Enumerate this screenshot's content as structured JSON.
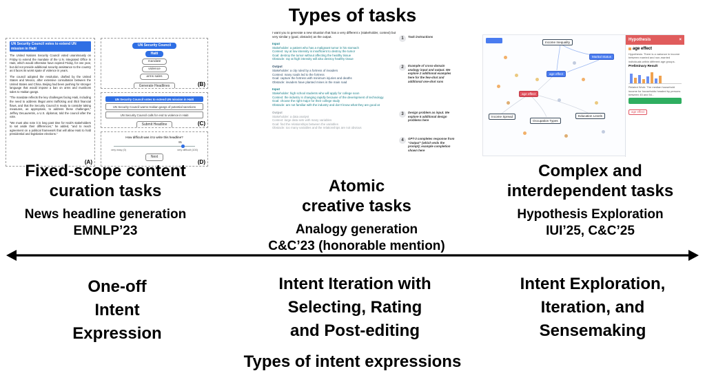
{
  "accent_colors": {
    "headline_blue": "#2f6fe4",
    "graph_blue": "#4a7cf0",
    "panel_red": "#e05c5c",
    "button_green": "#2fae60"
  },
  "titles": {
    "top": "Types of tasks",
    "bottom": "Types of intent expressions"
  },
  "columns": [
    {
      "heading_lines": [
        "Fixed-scope content",
        "curation tasks"
      ],
      "sub_lines": [
        "News headline generation",
        "EMNLP’23"
      ],
      "intent_lines": [
        "One-off",
        "Intent",
        "Expression"
      ]
    },
    {
      "heading_lines": [
        "Atomic",
        "creative tasks"
      ],
      "sub_lines": [
        "Analogy generation",
        "C&C’23 (honorable mention)"
      ],
      "intent_lines": [
        "Intent Iteration with",
        "Selecting, Rating",
        "and Post-editing"
      ]
    },
    {
      "heading_lines": [
        "Complex and",
        "interdependent tasks"
      ],
      "sub_lines": [
        "Hypothesis Exploration",
        "IUI’25, C&C’25"
      ],
      "intent_lines": [
        "Intent Exploration,",
        "Iteration, and",
        "Sensemaking"
      ]
    }
  ],
  "headline_ui": {
    "panel_a": {
      "headline": "UN Security Council votes to extend UN mission in Haiti",
      "paragraphs": [
        "The United Nations Security Council voted unanimously on Friday to extend the mandate of the U.N. Integrated Office in Haiti, which would otherwise have expired Friday, for one year, but did not provide additional security assistance to the country as it faces its worst spate of violence in years.",
        "The council adopted the resolution, drafted by the United States and Mexico, after extensive consultation between the United States and China. Beijing had been pushing for stronger language that would impose a ban on arms and munitions sales to Haitian gangs.",
        "“The mandate reflects the key challenges facing Haiti, including the need to address illegal arms trafficking and illicit financial flows, and that the Security Council is ready to consider taking measures, as appropriate, to address these challenges,” Jeffrey DeLaurentis, a U.S. diplomat, told the council after the vote.",
        "“We must also note it is long past time for Haiti’s stakeholders to set aside their differences,” he added, “and to reach agreement on a political framework that will allow Haiti to hold presidential and legislative elections.”"
      ],
      "label": "(A)"
    },
    "panel_b": {
      "topic_buttons": [
        "UN Security Council",
        "Haiti"
      ],
      "keyword_buttons": [
        "mandate",
        "violence",
        "arms sales"
      ],
      "generate_button": "Generate Headlines",
      "label": "(B)"
    },
    "panel_c": {
      "options": [
        "UN Security Council votes to extend UN mission in Haiti",
        "UN Security Council warns Haitian gangs of potential sanctions",
        "UN Security Council calls for end to violence in Haiti"
      ],
      "submit_button": "Submit Headline",
      "label": "(C)"
    },
    "panel_d": {
      "question": "How difficult was it to write this headline?",
      "slider_value": "81",
      "slider_min_label": "very easy (0)",
      "slider_max_label": "very difficult (100)",
      "next_button": "Next",
      "label": "(D)"
    }
  },
  "analogy_prompt": {
    "intro": "I want you to generate a new situation that has a very different x (stakeholder, context) but very similar y (goal, obstacle) as the output.",
    "blocks": [
      {
        "label": "Input",
        "lines": [
          "Stakeholder: a patient who has a malignant tumor in his stomach",
          "Context: ray at low intensity is insufficient to destroy the tumor",
          "Goal: destroy the tumor without affecting the healthy tissue",
          "Obstacle: ray at high intensity will also destroy healthy tissue"
        ]
      },
      {
        "label": "Output",
        "lines": [
          "Stakeholder: a city ruled by a fortress of invaders",
          "Context: many roads led to the fortress",
          "Goal: capture the fortress with minimum injuries and deaths",
          "Obstacle: invaders have planted mines in the main road"
        ]
      },
      {
        "label": "Input",
        "lines": [
          "Stakeholder: high school students who will apply for college soon",
          "Context: the industry is changing rapidly because of the development of technology",
          "Goal: choose the right major for their college study",
          "Obstacle: are not familiar with the industry and don’t know what they are good at"
        ]
      },
      {
        "label": "Output",
        "lines": [
          "Stakeholder: a data analyst",
          "Context: large data sets with many variables",
          "Goal: find the relationships between the variables",
          "Obstacle: too many variables and the relationships are not obvious"
        ]
      }
    ],
    "annotations": [
      {
        "num": "1",
        "text": "Task instructions"
      },
      {
        "num": "2",
        "text": "Example of cross-domain analogy input and output. We explore 2 additional examples here for the few-shot and additional one-shot runs"
      },
      {
        "num": "3",
        "text": "Design problem as input. We explore 5 additional design problems here"
      },
      {
        "num": "4",
        "text": "GPT-3 completes response from “Output” (which ends the prompt); example completion shown here"
      }
    ]
  },
  "hypothesis_ui": {
    "nodes": {
      "income_inequality": "Income Inequality",
      "marital_status": "Marital Status",
      "age_effect_blue": "age effect",
      "age_effect_red": "age effect",
      "income_spread": "Income Spread",
      "occupation_types": "Occupation Types",
      "education_levels": "Education Levels"
    },
    "sidebar": {
      "header": "Hypothesis",
      "close": "×",
      "title": "age effect",
      "hypothesis_text": "Hypothesis: There is a variance in income between married and non-married individuals within different age groups.",
      "result_label": "Preliminary Result",
      "related_work": "Related Work: The median household income for households headed by persons between 45 and 54...",
      "bottom_chip": "age effect"
    }
  }
}
